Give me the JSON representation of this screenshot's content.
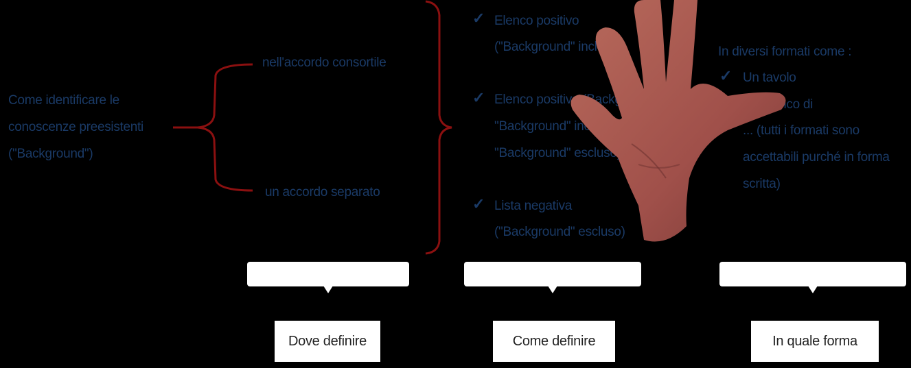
{
  "left_label": {
    "lines": [
      "Come identificare le",
      "conoscenze  preesistenti",
      "(\"Background\")"
    ]
  },
  "where": {
    "options": [
      "nell'accordo consortile",
      "un accordo separato"
    ],
    "button_label": "Dove definire"
  },
  "how": {
    "items": [
      {
        "check": "✓",
        "lines": [
          "Elenco positivo",
          "(\"Background\" incluso)"
        ]
      },
      {
        "check": "✓",
        "lines": [
          "Elenco positivo (Background",
          "\"Background\" incluso e",
          "\"Background\" escluso)"
        ]
      },
      {
        "check": "✓",
        "lines": [
          "Lista negativa",
          "(\"Background\" escluso)"
        ]
      }
    ],
    "button_label": "Come definire"
  },
  "form": {
    "intro": "In diversi formati come :",
    "items": [
      {
        "check": "✓",
        "lines": [
          "Un tavolo"
        ]
      },
      {
        "check": "✓",
        "lines": [
          "Un elenco di"
        ]
      },
      {
        "check": "✓",
        "lines": [
          "... (tutti i formati sono",
          "accettabili purché in forma",
          "scritta)"
        ]
      }
    ],
    "button_label": "In quale forma"
  },
  "colors": {
    "background": "#000000",
    "text": "#1a3a66",
    "bracket": "#8b1010",
    "box": "#ffffff",
    "hand": "#a8564a"
  }
}
